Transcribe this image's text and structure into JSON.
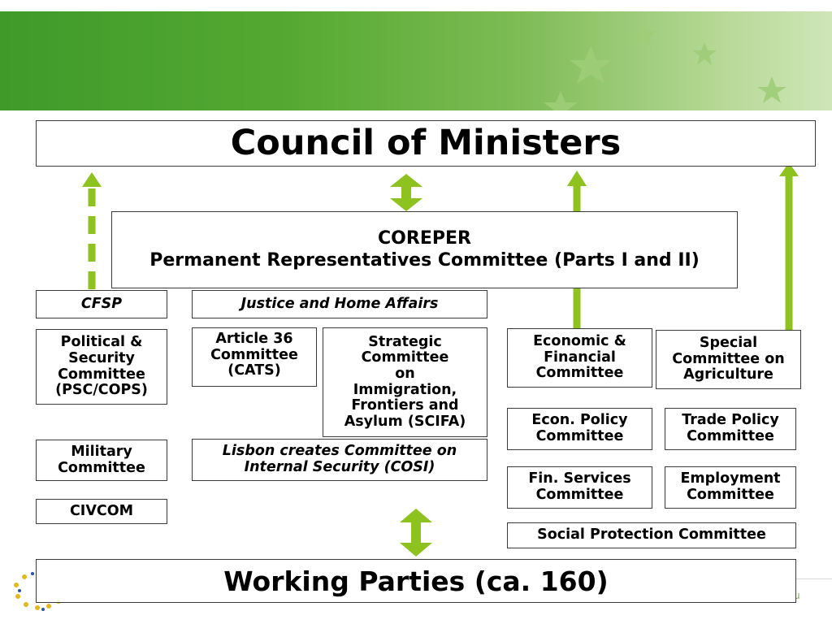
{
  "title": "Council of Ministers",
  "coreper": "COREPER\nPermanent Representatives Committee (Parts I and II)",
  "cfsp": {
    "header": "CFSP",
    "items": [
      "Political &\nSecurity\nCommittee\n(PSC/COPS)",
      "Military\nCommittee",
      "CIVCOM"
    ]
  },
  "jha": {
    "header": "Justice and Home Affairs",
    "items": [
      "Article 36\nCommittee\n(CATS)",
      "Strategic\nCommittee\non\nImmigration,\nFrontiers and\nAsylum (SCIFA)"
    ],
    "cosi": "Lisbon creates Committee on\nInternal Security  (COSI)"
  },
  "economic": {
    "items": [
      "Economic  &\nFinancial\nCommittee",
      "Econ.  Policy\nCommittee",
      "Fin. Services\nCommittee",
      "Social Protection Committee"
    ]
  },
  "other": {
    "items": [
      "Special\nCommittee on\nAgriculture",
      "Trade Policy\nCommittee",
      "Employment\nCommittee"
    ]
  },
  "working_parties": "Working Parties (ca. 160)",
  "footer_fragment": "u",
  "colors": {
    "banner": "#55a932",
    "arrow": "#8dc21f",
    "star": "#9fcd78"
  },
  "icons": [
    "star-icon",
    "eu-stars-logo-icon"
  ]
}
